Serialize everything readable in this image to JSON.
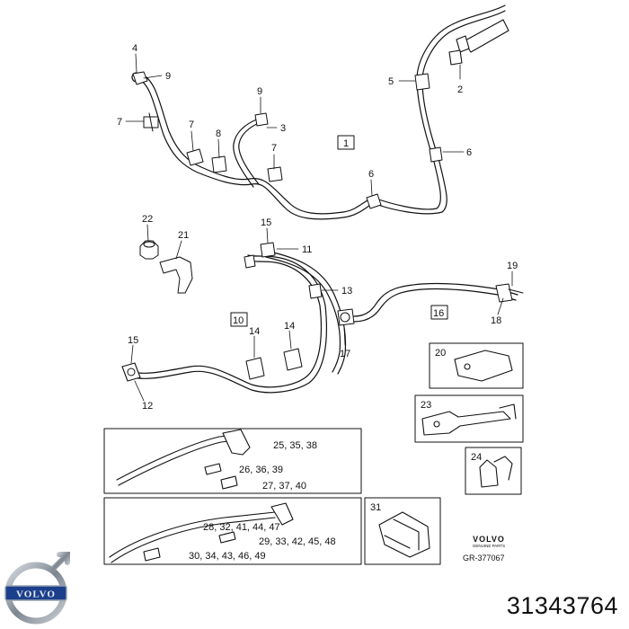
{
  "callouts": {
    "c4": "4",
    "c9a": "9",
    "c7a": "7",
    "c7b": "7",
    "c8": "8",
    "c9b": "9",
    "c3": "3",
    "c7c": "7",
    "c5": "5",
    "c2": "2",
    "c6a": "6",
    "c6b": "6",
    "c22": "22",
    "c21": "21",
    "c15a": "15",
    "c11": "11",
    "c13": "13",
    "c19": "19",
    "c18": "18",
    "c17": "17",
    "c14a": "14",
    "c14b": "14",
    "c15b": "15",
    "c12": "12"
  },
  "boxed": {
    "b1": "1",
    "b10": "10",
    "b16": "16"
  },
  "insets": {
    "i20": "20",
    "i23": "23",
    "i24": "24",
    "i31": "31",
    "kit1": {
      "l1": "25, 35, 38",
      "l2": "26, 36, 39",
      "l3": "27, 37, 40"
    },
    "kit2": {
      "l1": "28, 32, 41, 44, 47",
      "l2": "29, 33, 42, 45, 48",
      "l3": "30, 34, 43, 46, 49"
    }
  },
  "brand": {
    "name": "VOLVO",
    "sub": "GENUINE PARTS",
    "ref": "GR-377067",
    "logo": "VOLVO"
  },
  "part_number": "31343764",
  "icons": {
    "logo": "volvo-iron-mark-icon"
  }
}
